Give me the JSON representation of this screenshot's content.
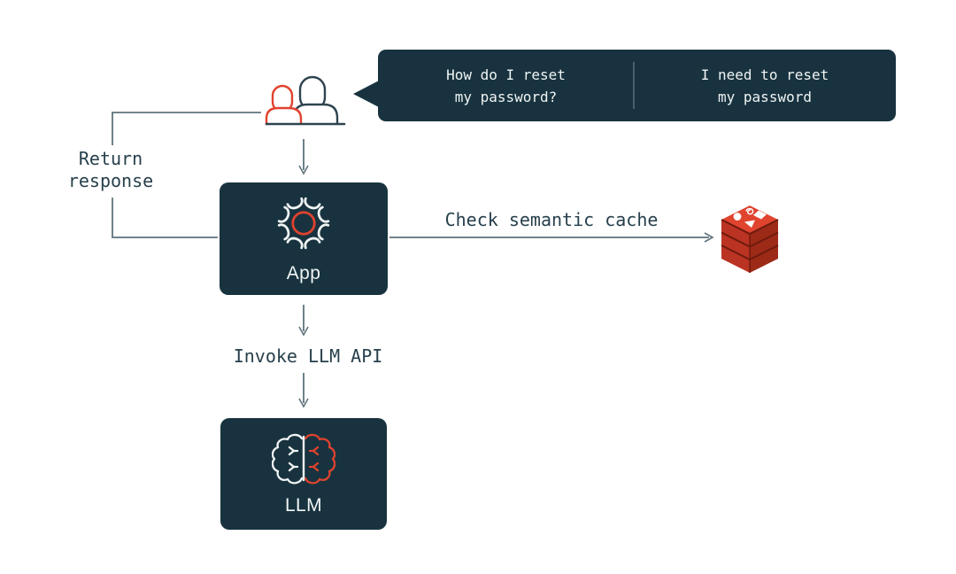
{
  "colors": {
    "navy": "#18333f",
    "red": "#e0432e",
    "red_dark": "#bb3322",
    "red_darker": "#9d2a17",
    "red_edge": "#6e1a0e",
    "line": "#5f737c",
    "divider": "#46616d",
    "ink": "#27404c",
    "text_light": "#f0f4f4",
    "bg": "#ffffff"
  },
  "bubble": {
    "query_a": {
      "line1": "How do I reset",
      "line2": "my password?"
    },
    "query_b": {
      "line1": "I need to reset",
      "line2": "my password"
    }
  },
  "labels": {
    "return_line1": "Return",
    "return_line2": "response",
    "check_cache": "Check semantic cache",
    "invoke_llm": "Invoke LLM API"
  },
  "nodes": {
    "app": {
      "label": "App"
    },
    "llm": {
      "label": "LLM"
    }
  },
  "icons": {
    "users": "users-icon",
    "gear": "gear-icon",
    "brain": "brain-icon",
    "cache": "redis-cube-icon",
    "bubble_tail": "speech-tail-icon"
  }
}
